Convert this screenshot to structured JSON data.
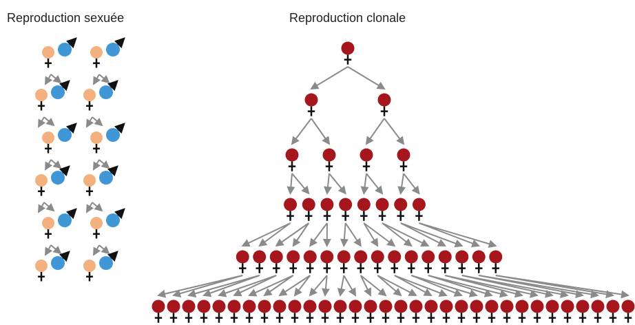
{
  "titles": {
    "sexual": "Reproduction sexuée",
    "clonal": "Reproduction clonale"
  },
  "colors": {
    "female": "#f5b07f",
    "male": "#3f97d6",
    "clone": "#a6161d",
    "arrow": "#8a8a8a",
    "symbol": "#111111"
  },
  "sexual": {
    "columns": 2,
    "generations": 6,
    "individuals_per_pair": {
      "female": 1,
      "male": 1
    },
    "offspring_per_pair": 2
  },
  "clonal": {
    "generations": [
      1,
      2,
      4,
      8,
      16,
      32
    ],
    "offspring_per_female": 2,
    "sex": "female"
  }
}
